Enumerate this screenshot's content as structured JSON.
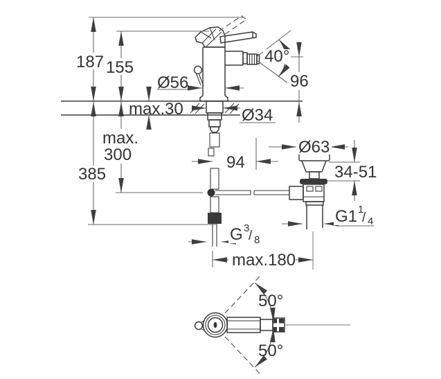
{
  "colors": {
    "background": "#ffffff",
    "object_line": "#3a3a3a",
    "dimension_line": "#676767",
    "text": "#333333"
  },
  "front_view": {
    "dim_height_handle_raised": "187",
    "dim_height_body": "155",
    "dim_base_diameter": "Ø56",
    "dim_deck_thickness": "max.30",
    "dim_hose_depth_line1": "max.",
    "dim_hose_depth_line2": "300",
    "dim_total_depth": "385",
    "dim_hole_diameter": "Ø34",
    "dim_spout_angle": "40°",
    "dim_spout_height": "96",
    "dim_rod_length": "94",
    "dim_waste_flange_diameter": "Ø63",
    "dim_waste_height_range": "34-51",
    "waste_thread": {
      "prefix": "G1",
      "numerator": "1",
      "slash": "/",
      "denominator": "4"
    },
    "supply_thread": {
      "prefix": "G",
      "numerator": "3",
      "slash": "/",
      "denominator": "8"
    },
    "dim_max_spread": "max.180"
  },
  "top_view": {
    "dim_swivel_upper": "50°",
    "dim_swivel_lower": "50°"
  }
}
